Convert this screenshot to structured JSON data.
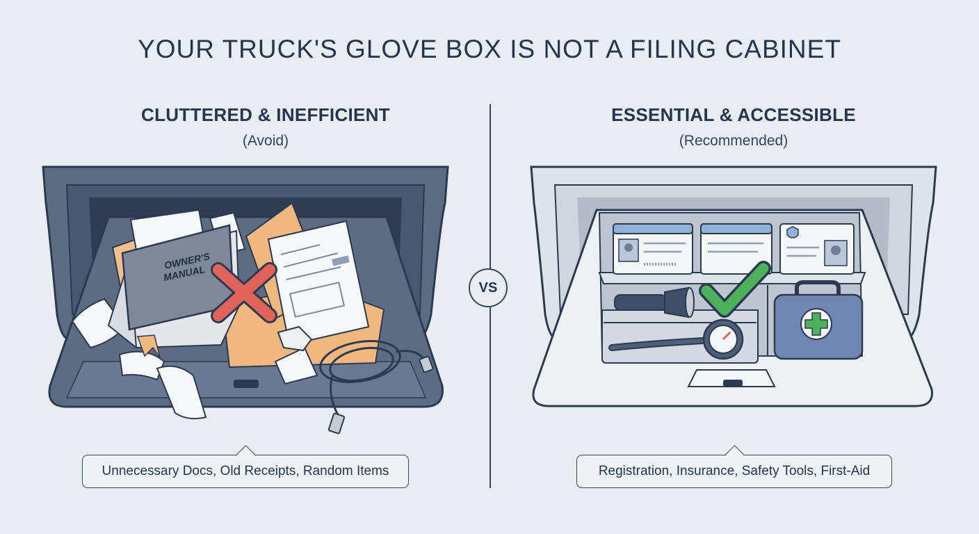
{
  "title": "YOUR TRUCK'S GLOVE BOX IS NOT A FILING CABINET",
  "left": {
    "heading": "CLUTTERED & INEFFICIENT",
    "subheading": "(Avoid)",
    "manual_label_1": "OWNER'S",
    "manual_label_2": "MANUAL",
    "caption": "Unnecessary Docs, Old Receipts, Random Items",
    "status_icon": "red-x-icon",
    "status_color": "#e0625a"
  },
  "vs_label": "VS",
  "right": {
    "heading": "ESSENTIAL & ACCESSIBLE",
    "subheading": "(Recommended)",
    "caption": "Registration, Insurance, Safety Tools, First-Aid",
    "status_icon": "green-check-icon",
    "status_color": "#4fb05b"
  }
}
